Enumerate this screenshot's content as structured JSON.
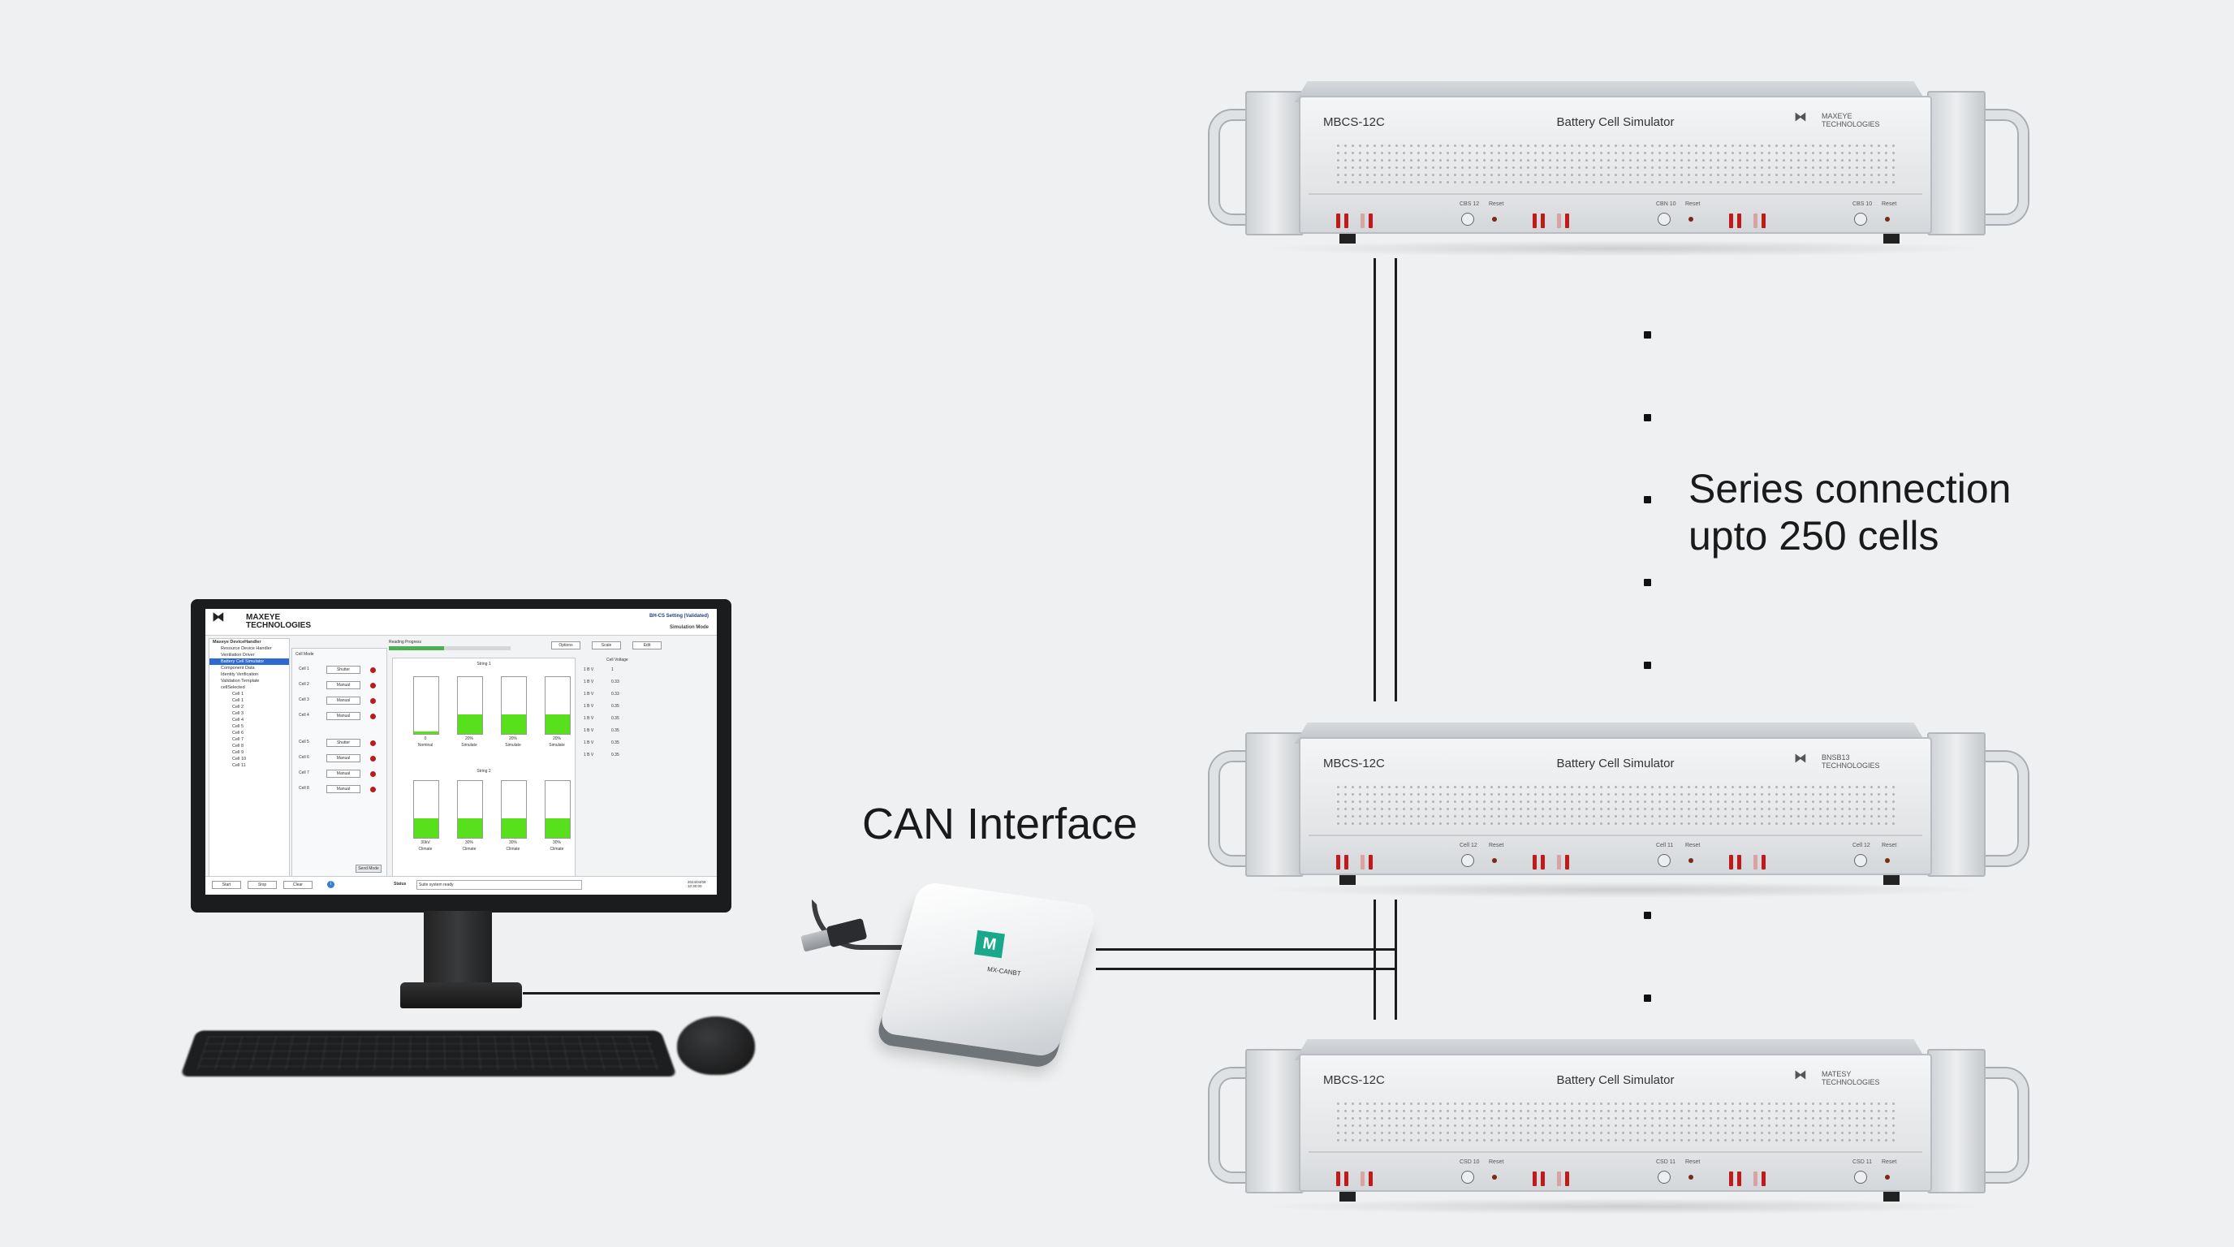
{
  "colors": {
    "background": "#eef0f1",
    "wire": "#1c1c1c",
    "led_red": "#c01a1a",
    "screen_bar_green": "#58e01c",
    "device_badge": "#1aa88a"
  },
  "labels": {
    "can_interface": "CAN Interface",
    "series_line1": "Series connection",
    "series_line2": "upto 250 cells"
  },
  "racks": [
    {
      "model": "MBCS-12C",
      "title": "Battery Cell Simulator",
      "logo_line1": "MAXEYE",
      "logo_line2": "TECHNOLOGIES",
      "groups": [
        {
          "cell_label": "CBS 12",
          "reset_label": "Reset"
        },
        {
          "cell_label": "CBN 10",
          "reset_label": "Reset"
        },
        {
          "cell_label": "CBS 10",
          "reset_label": "Reset"
        }
      ]
    },
    {
      "model": "MBCS-12C",
      "title": "Battery Cell Simulator",
      "logo_line1": "BNSB13",
      "logo_line2": "TECHNOLOGIES",
      "groups": [
        {
          "cell_label": "Cell 12",
          "reset_label": "Reset"
        },
        {
          "cell_label": "Cell 11",
          "reset_label": "Reset"
        },
        {
          "cell_label": "Cell 12",
          "reset_label": "Reset"
        }
      ]
    },
    {
      "model": "MBCS-12C",
      "title": "Battery Cell Simulator",
      "logo_line1": "MATESY",
      "logo_line2": "TECHNOLOGIES",
      "groups": [
        {
          "cell_label": "CSD 10",
          "reset_label": "Reset"
        },
        {
          "cell_label": "CSD 11",
          "reset_label": "Reset"
        },
        {
          "cell_label": "CSD 11",
          "reset_label": "Reset"
        }
      ]
    }
  ],
  "monitor": {
    "logo_line1": "MAXEYE",
    "logo_line2": "TECHNOLOGIES",
    "header_right_top": "BH-CS Setting (Validated)",
    "header_right_bottom": "Simulation Mode",
    "tree_title": "Maxeye DeviceHandler",
    "tree_items": [
      "Resource Device Handler",
      "Ventilation Driver",
      "Battery Cell Simulator",
      "Component Data",
      "Identity Verification",
      "Validation Template",
      "cellSelected",
      "Cell 1",
      "Cell 1",
      "Cell 2",
      "Cell 3",
      "Cell 4",
      "Cell 5",
      "Cell 6",
      "Cell 7",
      "Cell 8",
      "Cell 9",
      "Cell 10",
      "Cell 11"
    ],
    "selected_tree_index": 2,
    "bar_group_titles": [
      "String 1",
      "String 2"
    ],
    "bars_top": [
      {
        "label": "0",
        "sub": "Nominal",
        "value": 0.05
      },
      {
        "label": "20%",
        "sub": "Simulate",
        "value": 0.35
      },
      {
        "label": "20%",
        "sub": "Simulate",
        "value": 0.35
      },
      {
        "label": "20%",
        "sub": "Simulate",
        "value": 0.35
      }
    ],
    "bars_bottom": [
      {
        "label": "30kV",
        "sub": "Climate",
        "value": 0.35
      },
      {
        "label": "30%",
        "sub": "Climate",
        "value": 0.35
      },
      {
        "label": "30%",
        "sub": "Climate",
        "value": 0.35
      },
      {
        "label": "30%",
        "sub": "Climate",
        "value": 0.35
      }
    ],
    "mid_rows": [
      {
        "cell": "Cell 1",
        "mode": "Shutter"
      },
      {
        "cell": "Cell 2",
        "mode": "Manual"
      },
      {
        "cell": "Cell 3",
        "mode": "Manual"
      },
      {
        "cell": "Cell 4",
        "mode": "Manual"
      },
      {
        "cell": "Cell 5",
        "mode": "Shutter"
      },
      {
        "cell": "Cell 6",
        "mode": "Manual"
      },
      {
        "cell": "Cell 7",
        "mode": "Manual"
      },
      {
        "cell": "Cell 8",
        "mode": "Manual"
      }
    ],
    "mid_section_title": "Cell Mode",
    "mid_action": "Send Mode",
    "top_toolbar": {
      "title": "Reading Progress",
      "progress": 0.45,
      "btn1": "Options",
      "btn2": "Scale",
      "btn3": "Edit"
    },
    "right_panel_title": "Cell Voltage",
    "right_values": [
      "1",
      "0.33",
      "0.33",
      "0.35",
      "0.35",
      "0.35",
      "0.35",
      "0.35"
    ],
    "right_axis": [
      "1 B V",
      "1 B V",
      "1 B V",
      "1 B V",
      "1 B V",
      "1 B V",
      "1 B V",
      "1 B V"
    ],
    "footer_buttons": [
      "Start",
      "Stop",
      "Clear"
    ],
    "footer_status_label": "Status",
    "footer_status_text": "Suite system ready",
    "footer_time": "2024/04/08 10:30:00"
  },
  "can_device": {
    "badge": "M",
    "model": "MX-CANBT"
  }
}
